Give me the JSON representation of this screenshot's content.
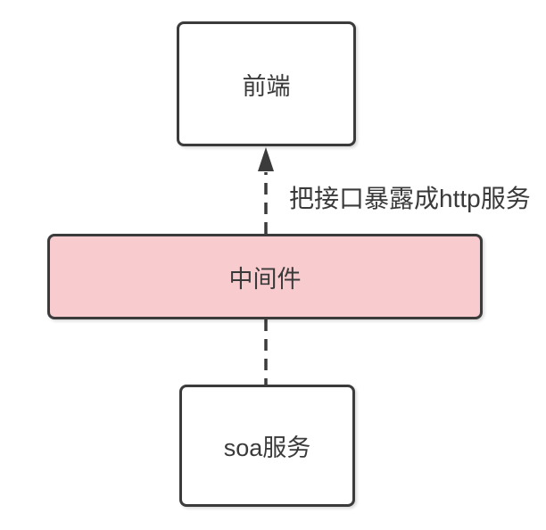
{
  "colors": {
    "background": "#ffffff",
    "node_border": "#3b3b3b",
    "node_fill": "#ffffff",
    "middleware_fill": "#f8cccf",
    "text": "#3a3a3a"
  },
  "nodes": {
    "frontend": {
      "label": "前端"
    },
    "middleware": {
      "label": "中间件"
    },
    "soa": {
      "label": "soa服务"
    }
  },
  "edges": {
    "middleware_to_frontend": {
      "label": "把接口暴露成http服务",
      "style": "dashed",
      "direction": "up"
    },
    "soa_to_middleware": {
      "style": "dashed",
      "direction": "none"
    }
  }
}
